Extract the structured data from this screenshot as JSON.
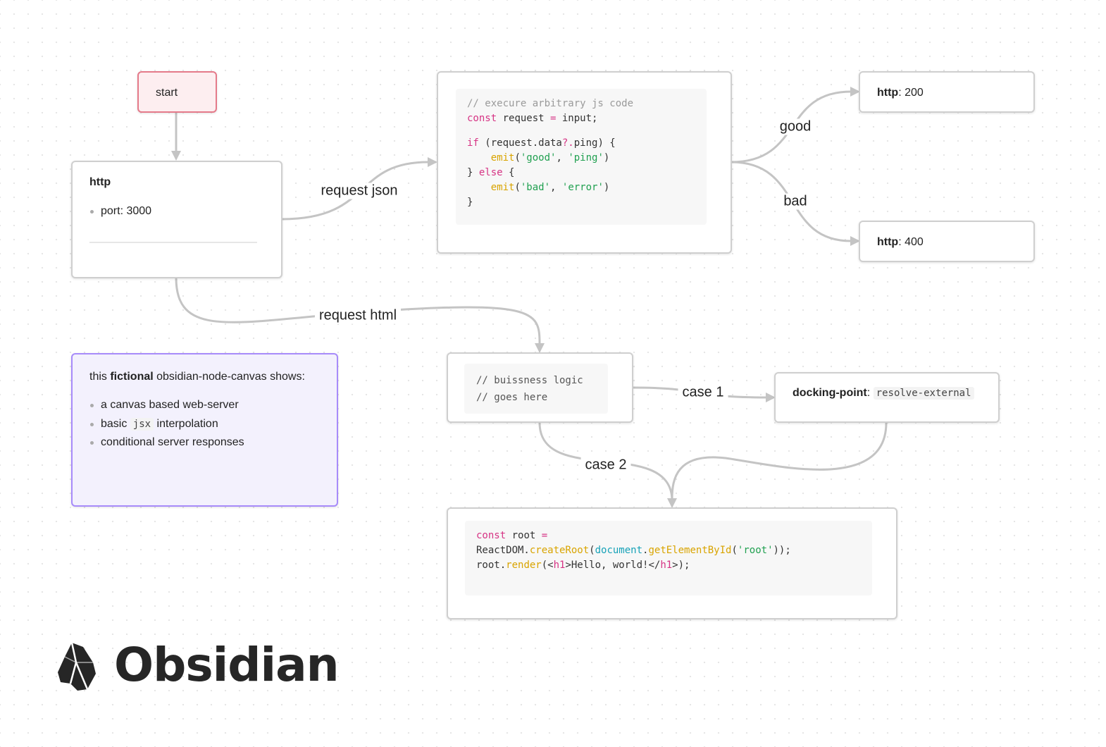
{
  "nodes": {
    "start": {
      "label": "start"
    },
    "http_server": {
      "title": "http",
      "items": [
        "port: 3000"
      ]
    },
    "json_handler": {
      "lines": [
        [
          {
            "t": "// execure arbitrary js code",
            "c": "com"
          }
        ],
        [
          {
            "t": "const",
            "c": "kw"
          },
          {
            "t": " request "
          },
          {
            "t": "=",
            "c": "op"
          },
          {
            "t": " input;"
          }
        ],
        [],
        [
          {
            "t": "if",
            "c": "kw"
          },
          {
            "t": " (request.data"
          },
          {
            "t": "?.",
            "c": "op"
          },
          {
            "t": "ping) {"
          }
        ],
        [
          {
            "t": "    "
          },
          {
            "t": "emit",
            "c": "fn"
          },
          {
            "t": "("
          },
          {
            "t": "'good'",
            "c": "str"
          },
          {
            "t": ", "
          },
          {
            "t": "'ping'",
            "c": "str"
          },
          {
            "t": ")"
          }
        ],
        [
          {
            "t": "} "
          },
          {
            "t": "else",
            "c": "kw"
          },
          {
            "t": " {"
          }
        ],
        [
          {
            "t": "    "
          },
          {
            "t": "emit",
            "c": "fn"
          },
          {
            "t": "("
          },
          {
            "t": "'bad'",
            "c": "str"
          },
          {
            "t": ", "
          },
          {
            "t": "'error'",
            "c": "str"
          },
          {
            "t": ")"
          }
        ],
        [
          {
            "t": "}"
          }
        ]
      ]
    },
    "http_200": {
      "key": "http",
      "value": ": 200"
    },
    "http_400": {
      "key": "http",
      "value": ": 400"
    },
    "business_logic": {
      "lines": [
        [
          {
            "t": "// buissness logic",
            "c": "com2"
          }
        ],
        [
          {
            "t": "// goes here",
            "c": "com2"
          }
        ]
      ]
    },
    "docking_point": {
      "key": "docking-point",
      "sep": ": ",
      "code": "resolve-external"
    },
    "render_node": {
      "lines": [
        [
          {
            "t": "const",
            "c": "kw"
          },
          {
            "t": " root "
          },
          {
            "t": "=",
            "c": "op"
          }
        ],
        [
          {
            "t": "ReactDOM."
          },
          {
            "t": "createRoot",
            "c": "fn"
          },
          {
            "t": "("
          },
          {
            "t": "document",
            "c": "obj"
          },
          {
            "t": "."
          },
          {
            "t": "getElementById",
            "c": "fn"
          },
          {
            "t": "("
          },
          {
            "t": "'root'",
            "c": "str"
          },
          {
            "t": "));"
          }
        ],
        [
          {
            "t": "root."
          },
          {
            "t": "render",
            "c": "fn"
          },
          {
            "t": "(<"
          },
          {
            "t": "h1",
            "c": "tag"
          },
          {
            "t": ">Hello, world!</"
          },
          {
            "t": "h1",
            "c": "tag"
          },
          {
            "t": ">);"
          }
        ]
      ]
    },
    "info_note": {
      "intro_pre": "this ",
      "intro_bold": "fictional",
      "intro_post": " obsidian-node-canvas shows:",
      "item1": "a canvas based web-server",
      "item2_pre": "basic ",
      "item2_code": "jsx",
      "item2_post": " interpolation",
      "item3": "conditional server responses"
    }
  },
  "edge_labels": {
    "request_json": "request json",
    "good": "good",
    "bad": "bad",
    "request_html": "request html",
    "case1": "case 1",
    "case2": "case 2"
  },
  "logo": {
    "wordmark": "Obsidian"
  },
  "colors": {
    "edge": "#c4c4c4",
    "start_border": "#e57a8a",
    "note_border": "#a78bfa",
    "keyword": "#d63384",
    "function": "#d9a400",
    "string": "#20a050",
    "object": "#17a2b8"
  }
}
